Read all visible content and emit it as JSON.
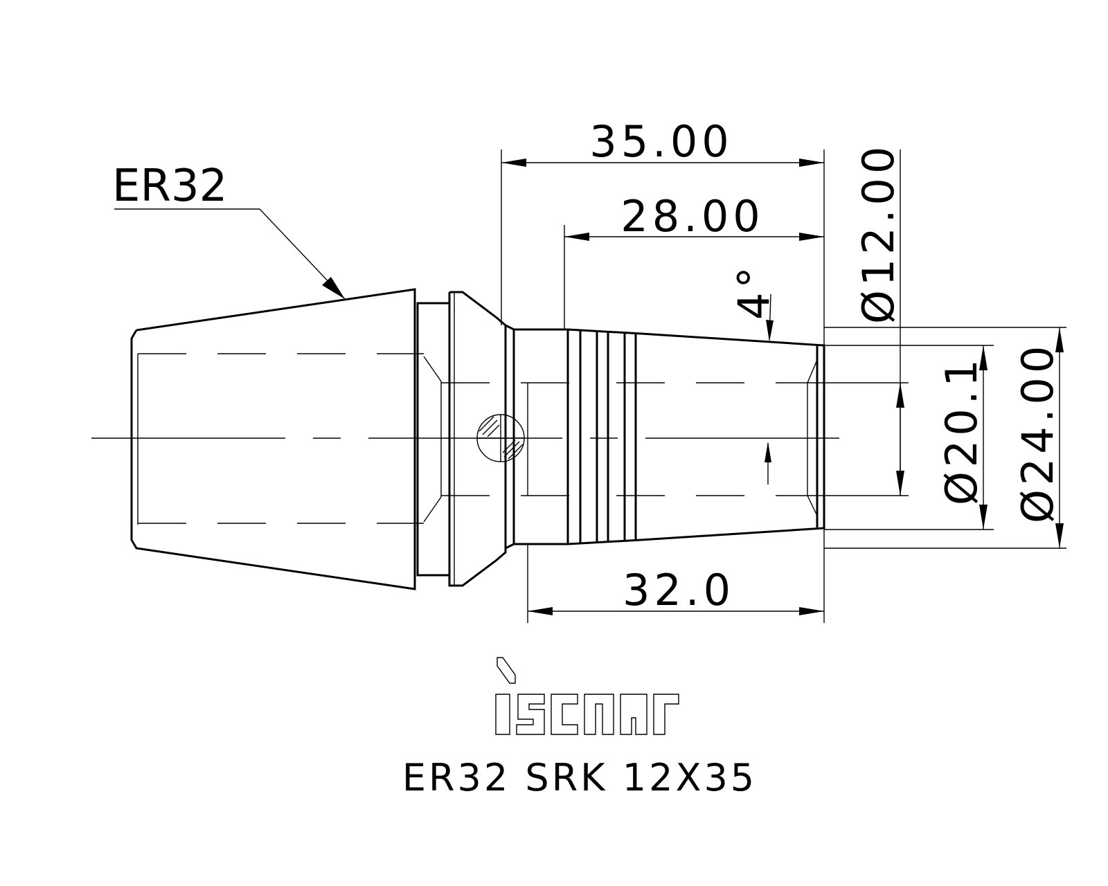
{
  "callout": {
    "label": "ER32"
  },
  "dimensions": {
    "length_overall": "35.00",
    "length_28": "28.00",
    "length_32": "32.0",
    "taper_angle": "4°",
    "dia_12": "Ø12.00",
    "dia_20": "Ø20.1",
    "dia_24": "Ø24.00"
  },
  "logo": {
    "text": "iscar"
  },
  "part_number": "ER32 SRK 12X35",
  "colors": {
    "line": "#000000",
    "background": "#ffffff"
  }
}
